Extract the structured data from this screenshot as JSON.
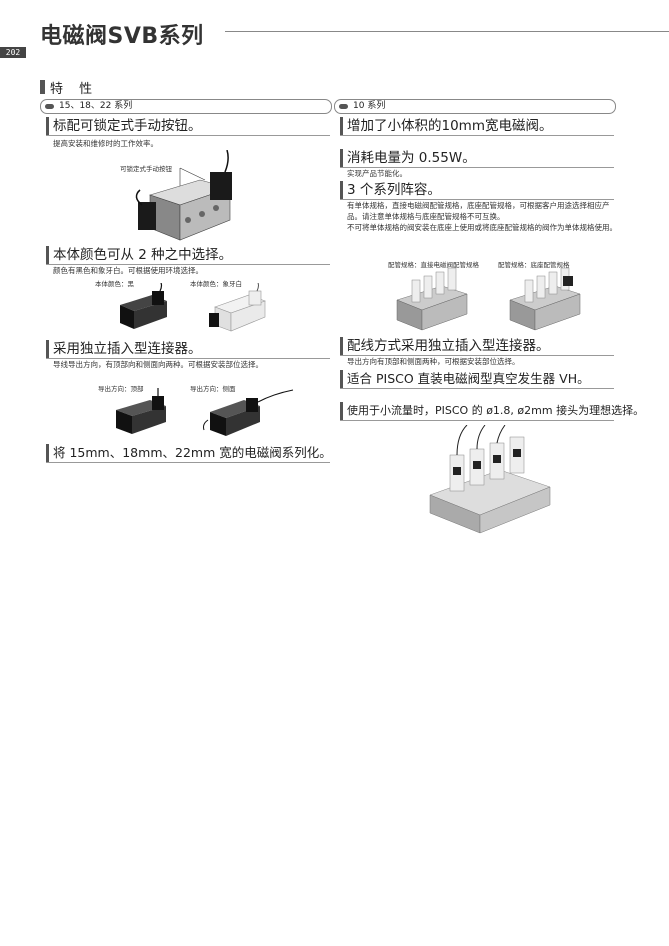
{
  "header": {
    "title": "电磁阀SVB系列",
    "page_number": "202"
  },
  "section": {
    "title": "特 性"
  },
  "left": {
    "pill": "15、18、22 系列",
    "f1": {
      "heading": "标配可锁定式手动按钮。",
      "desc": "提高安装和维修时的工作效率。",
      "caption": "可锁定式手动按钮"
    },
    "f2": {
      "heading": "本体颜色可从 2 种之中选择。",
      "desc": "颜色有黑色和象牙白。可根据使用环境选择。",
      "cap_black": "本体颜色：黑",
      "cap_ivory": "本体颜色：象牙白"
    },
    "f3": {
      "heading": "采用独立插入型连接器。",
      "desc": "导线导出方向，有顶部向和侧面向两种。可根据安装部位选择。",
      "cap_top": "导出方向：顶部",
      "cap_side": "导出方向：侧面"
    },
    "f4": {
      "heading": "将 15mm、18mm、22mm 宽的电磁阀系列化。"
    }
  },
  "right": {
    "pill": "10 系列",
    "f1": {
      "heading": "增加了小体积的10mm宽电磁阀。"
    },
    "f2": {
      "heading": "消耗电量为 0.55W。",
      "desc": "实现产品节能化。"
    },
    "f3": {
      "heading": "3 个系列阵容。",
      "desc1": "有单体规格，直接电磁阀配管规格，底座配管规格，可根据客户用途选择相应产品。请注意单体规格与底座配管规格不可互换。",
      "desc2": "不可将单体规格的阀安装在底座上使用或将底座配管规格的阀作为单体规格使用。",
      "cap_direct": "配管规格：直接电磁阀配管规格",
      "cap_base": "配管规格：底座配管规格"
    },
    "f4": {
      "heading": "配线方式采用独立插入型连接器。",
      "desc": "导出方向有顶部和侧面两种，可根据安装部位选择。"
    },
    "f5": {
      "heading": "适合 PISCO 直装电磁阀型真空发生器 VH。"
    },
    "f6": {
      "heading": "使用于小流量时，PISCO 的 ø1.8, ø2mm 接头为理想选择。"
    }
  }
}
